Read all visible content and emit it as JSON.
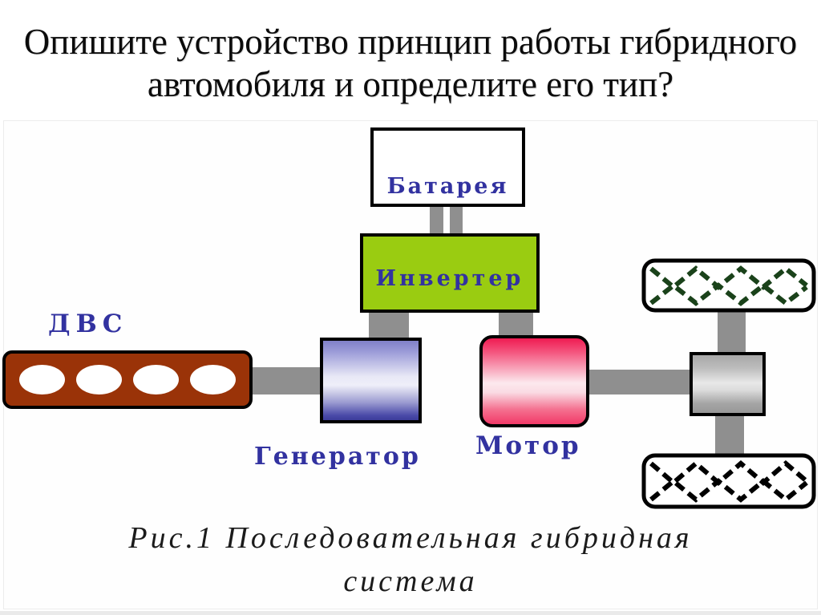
{
  "title": {
    "line1": "Опишите устройство принцип работы гибридного",
    "line2": "автомобиля и определите его тип?"
  },
  "diagram": {
    "battery_label": "Батарея",
    "inverter_label": "Инвертер",
    "engine_label": "ДВС",
    "engine_cylinder_count": 4,
    "generator_label": "Генератор",
    "motor_label": "Мотор",
    "caption": {
      "line1": "Рис.1 Последовательная гибридная",
      "line2": "система"
    },
    "colors": {
      "label_blue": "#3232a0",
      "inverter_green": "#9acc11",
      "engine_brown": "#9a3308",
      "connector_gray": "#8f8f8f",
      "motor_pink_top": "#ef1b52",
      "generator_blue_top": "#8080c8",
      "differential_gray_mid": "#e8e8e8",
      "tread_green": "#1a421a",
      "tread_black": "#000000",
      "wheel_border": "#000000"
    }
  }
}
